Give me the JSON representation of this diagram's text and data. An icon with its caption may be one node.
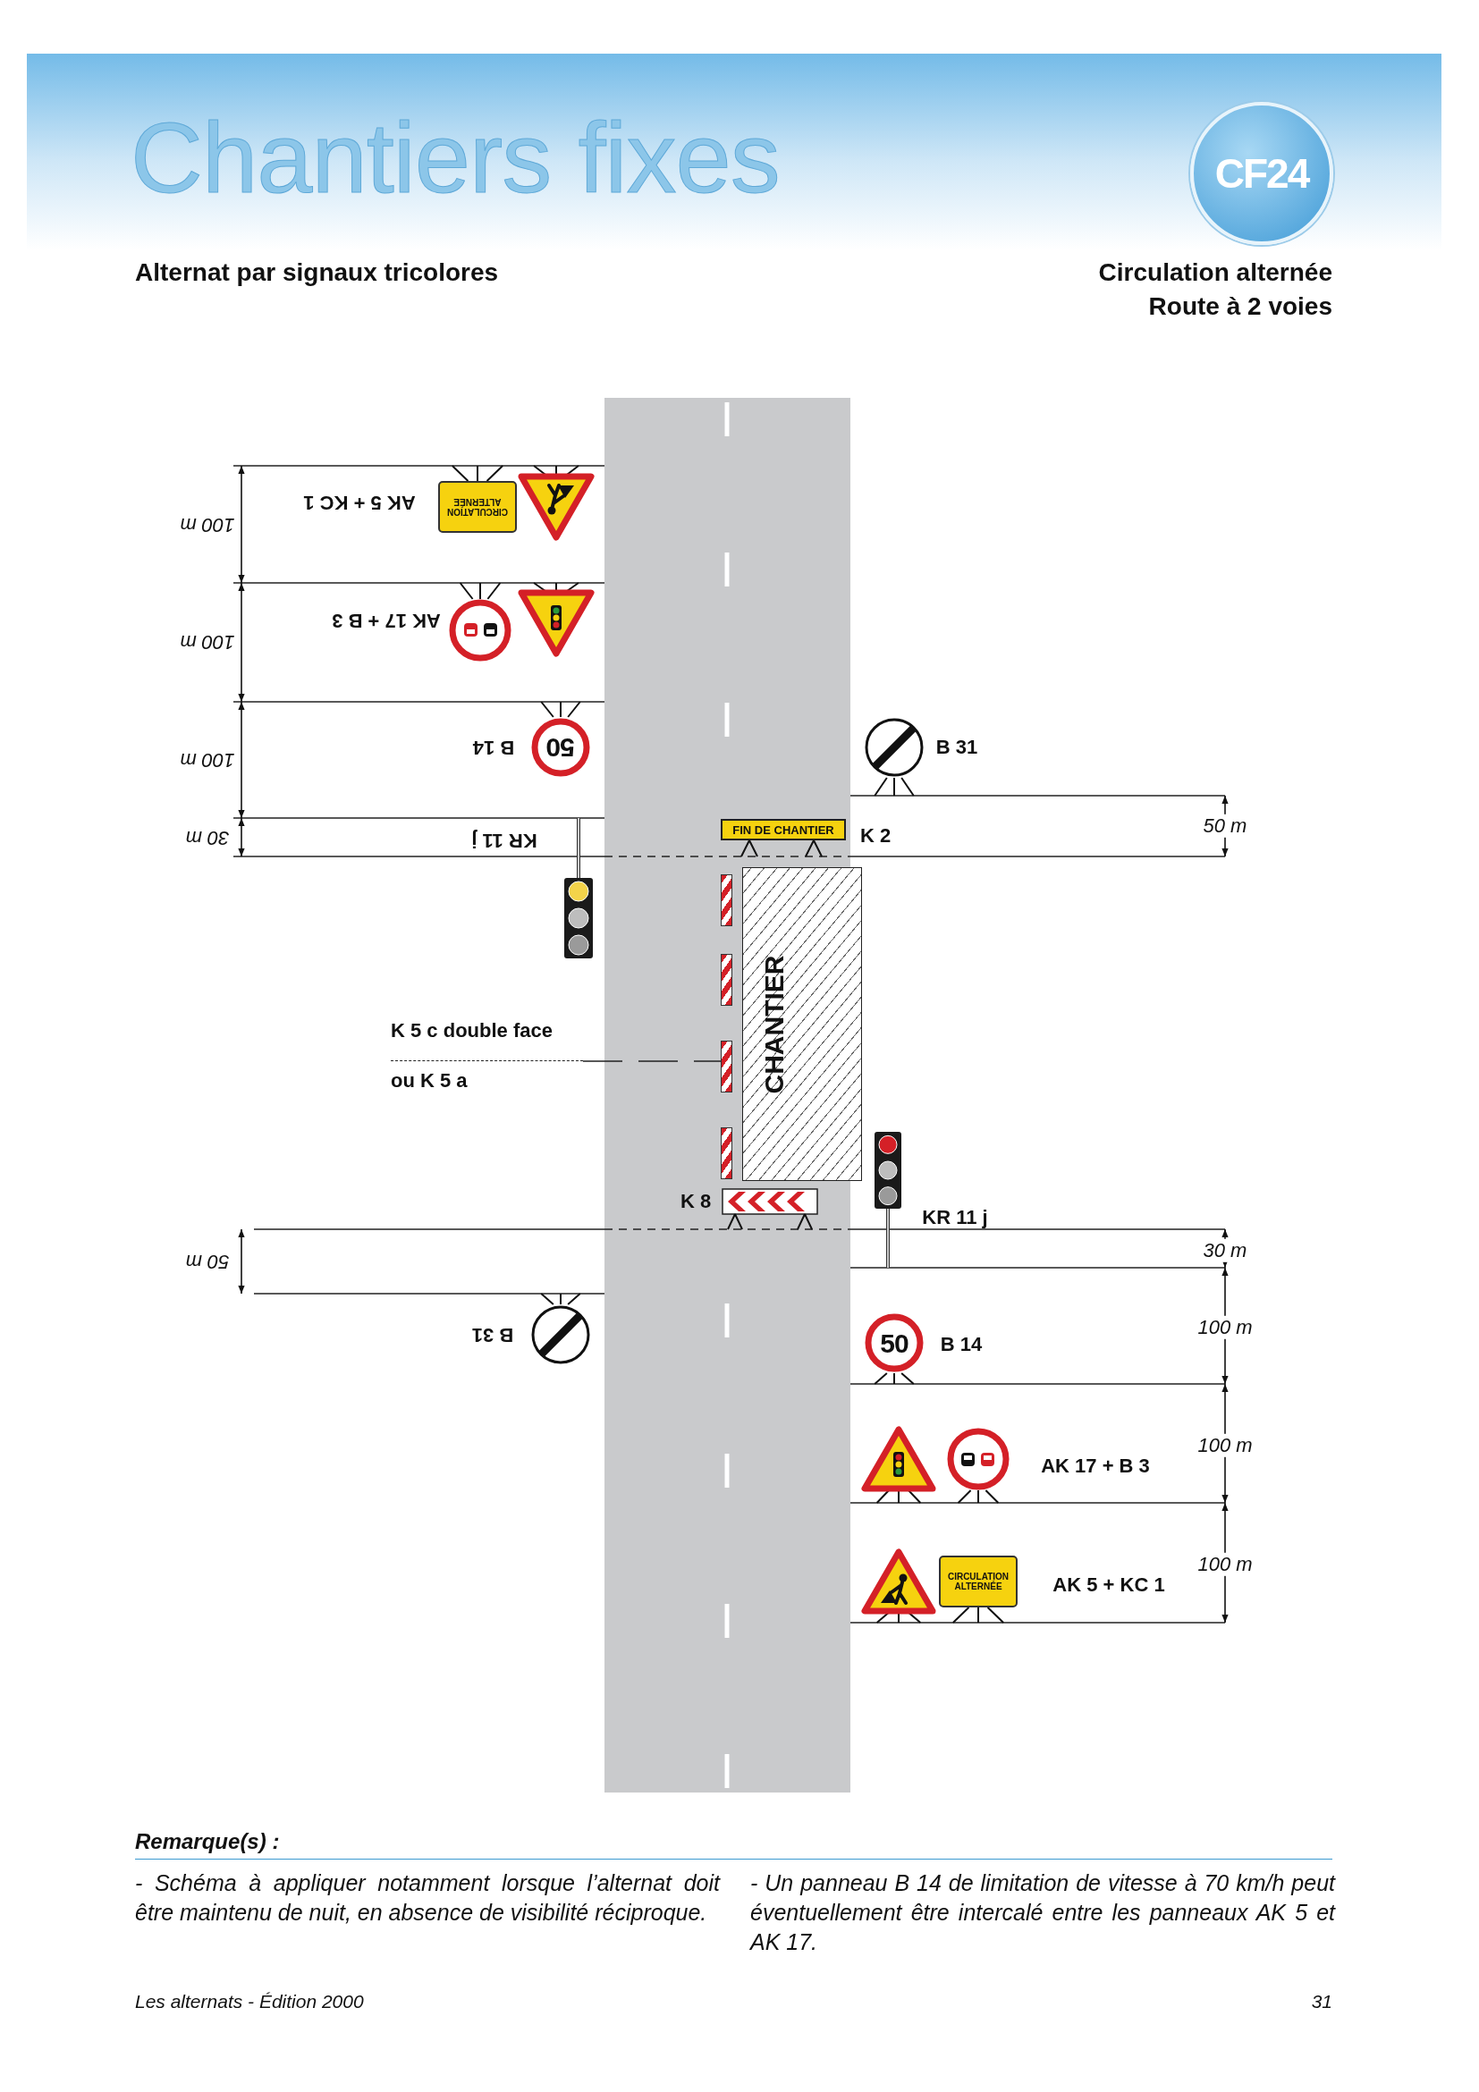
{
  "diagram": {
    "title": "Chantiers fixes",
    "nodes": [
      {
        "text": [
          "CF24"
        ]
      },
      {
        "text": [
          "CIRCULATION ALTERNÉE"
        ]
      },
      {
        "text": [
          "50"
        ]
      },
      {
        "text": [
          "FIN DE CHANTIER"
        ],
        "beside": [
          "K 2"
        ]
      },
      {
        "text": [
          "CHANTIER"
        ]
      },
      {
        "text": [
          "K 5 c double face",
          "ou K 5 a"
        ]
      },
      {
        "text": [],
        "shape": "bar"
      },
      {
        "text": [
          "50"
        ]
      },
      {
        "text": [
          "CIRCULATION ALTERNÉE"
        ]
      }
    ],
    "edges": [
      {
        "from": 5,
        "to": 6,
        "arrow": "none",
        "style": "dashed"
      }
    ],
    "labels": [
      "Alternat par signaux tricolores",
      "Circulation alternée",
      "Route à 2 voies",
      "100 m",
      "AK 5 + KC 1",
      "100 m",
      "AK 17 + B 3",
      "100 m",
      "B 14",
      "B 31",
      "50 m",
      "30 m",
      "KR 11 j",
      "K 8",
      "KR 11 j",
      "30 m",
      "50 m",
      "100 m",
      "B 14",
      "B 31",
      "100 m",
      "AK 17 + B 3",
      "100 m",
      "AK 5 + KC 1",
      "Remarque(s) :",
      "- Schéma à appliquer notamment lorsque l’alternat doit être maintenu de nuit, en absence de visibilité réciproque.",
      "- Un panneau B 14 de limitation de vitesse à 70 km/h peut éventuellement être intercalé entre les panneaux AK 5 et AK 17.",
      "Les alternats - Édition 2000",
      "31"
    ]
  }
}
